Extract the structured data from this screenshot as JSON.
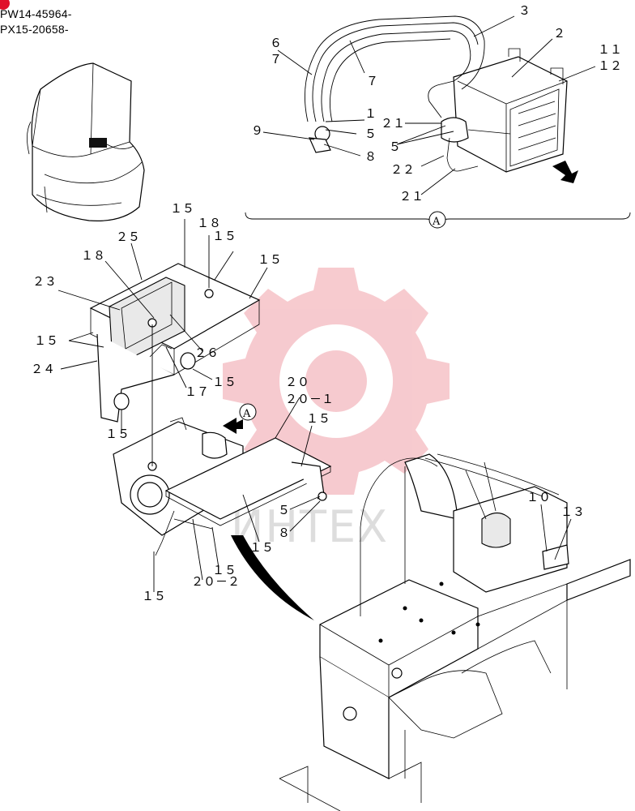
{
  "header": {
    "line1": "PW14-45964-",
    "line2": "PX15-20658-"
  },
  "watermark": {
    "text": "ИНТЕХ",
    "color": "#f0a0a8"
  },
  "detail_marker": "A",
  "labels": {
    "l3": "３",
    "l2": "２",
    "l11": "１１",
    "l12": "１２",
    "l6": "６",
    "l7a": "７",
    "l7b": "７",
    "l1": "１",
    "l9": "９",
    "l5a": "５",
    "l8a": "８",
    "l21a": "２１",
    "l5b": "５",
    "l22": "２２",
    "l21b": "２１",
    "l15a": "１５",
    "l18a": "１８",
    "l25": "２５",
    "l15b": "１５",
    "l18b": "１８",
    "l15c": "１５",
    "l23": "２３",
    "l15d": "１５",
    "l26": "２６",
    "l24": "２４",
    "l15e": "１５",
    "l17": "１７",
    "l20": "２０",
    "l20_1": "２０－１",
    "l15f": "１５",
    "l15g": "１５",
    "l5c": "５",
    "l8b": "８",
    "l15h": "１５",
    "l15i": "１５",
    "l20_2": "２０－２",
    "l15j": "１５",
    "l10": "１０",
    "l13": "１３"
  }
}
